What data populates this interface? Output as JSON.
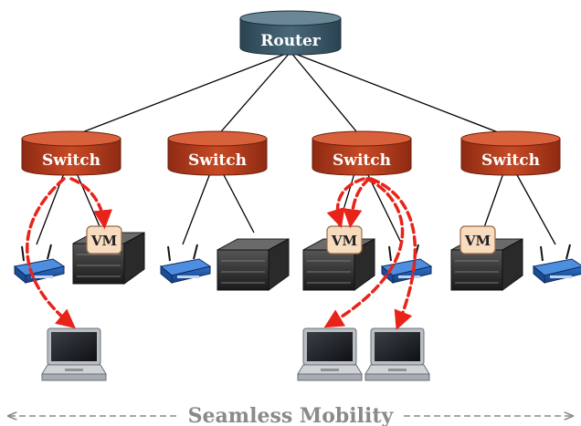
{
  "router": {
    "label": "Router"
  },
  "switches": [
    {
      "label": "Switch"
    },
    {
      "label": "Switch"
    },
    {
      "label": "Switch"
    },
    {
      "label": "Switch"
    }
  ],
  "vms": [
    {
      "label": "VM"
    },
    {
      "label": "VM"
    },
    {
      "label": "VM"
    }
  ],
  "footer": {
    "label": "Seamless Mobility"
  },
  "colors": {
    "router": "#35505f",
    "switch": "#b83a1c",
    "migration": "#e8241a",
    "vm_box": "#f7dcc0",
    "footer": "#8a8a8a"
  },
  "icons": [
    "router-icon",
    "switch-icon",
    "wireless-ap-icon",
    "server-icon",
    "laptop-icon",
    "vm-icon"
  ]
}
